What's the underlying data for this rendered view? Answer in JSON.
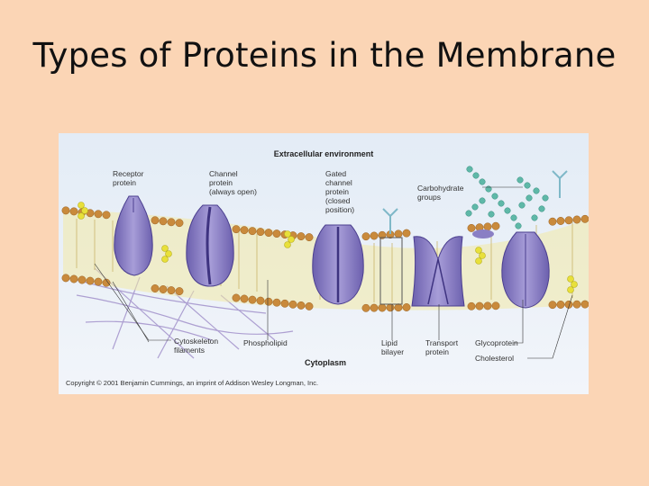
{
  "slide": {
    "title": "Types of Proteins in the Membrane"
  },
  "figure": {
    "top_region": "Extracellular environment",
    "bottom_region": "Cytoplasm",
    "labels": {
      "receptor": [
        "Receptor",
        "protein"
      ],
      "channel": [
        "Channel",
        "protein",
        "(always open)"
      ],
      "gated": [
        "Gated",
        "channel",
        "protein",
        "(closed",
        "position)"
      ],
      "carbohydrate": [
        "Carbohydrate",
        "groups"
      ],
      "cytoskeleton": [
        "Cytoskeleton",
        "filaments"
      ],
      "phospholipid": [
        "Phospholipid"
      ],
      "lipid_bilayer": [
        "Lipid",
        "bilayer"
      ],
      "transport": [
        "Transport",
        "protein"
      ],
      "glycoprotein": [
        "Glycoprotein"
      ],
      "cholesterol": [
        "Cholesterol"
      ]
    },
    "copyright": "Copyright © 2001 Benjamin Cummings, an imprint of Addison Wesley Longman, Inc."
  },
  "colors": {
    "background": "#fbd5b5",
    "protein": "#8a7fc4",
    "lipid_head": "#c98a3c",
    "cholesterol": "#e8e03a",
    "carbohydrate": "#5fb8a8",
    "cytoskeleton": "#9d8bc8"
  }
}
